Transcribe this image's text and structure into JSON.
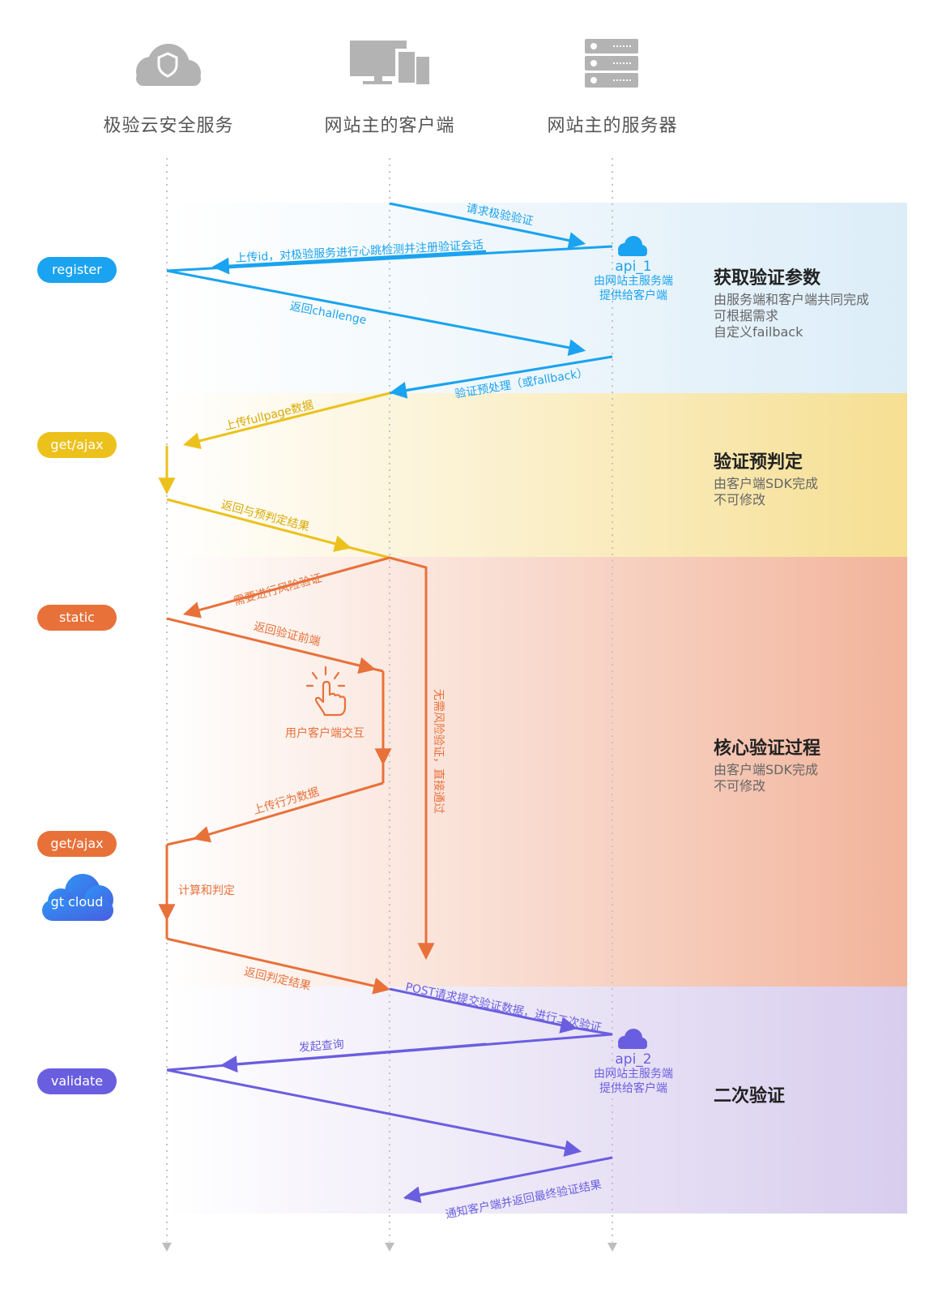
{
  "columns": [
    {
      "title": "极验云安全服务",
      "icon": "shield-cloud-icon"
    },
    {
      "title": "网站主的客户端",
      "icon": "devices-icon"
    },
    {
      "title": "网站主的服务器",
      "icon": "server-rack-icon"
    }
  ],
  "colors": {
    "blue": "#1aa3f0",
    "yellow": "#ecc11b",
    "orange": "#e8713a",
    "purple": "#6a5ee0",
    "gray_icon": "#b3b3b3"
  },
  "phases": [
    {
      "title": "获取验证参数",
      "desc": [
        "由服务端和客户端共同完成",
        "可根据需求",
        "自定义failback"
      ]
    },
    {
      "title": "验证预判定",
      "desc": [
        "由客户端SDK完成",
        "不可修改"
      ]
    },
    {
      "title": "核心验证过程",
      "desc": [
        "由客户端SDK完成",
        "不可修改"
      ]
    },
    {
      "title": "二次验证",
      "desc": []
    }
  ],
  "pills": {
    "register": "register",
    "get_ajax_1": "get/ajax",
    "static": "static",
    "get_ajax_2": "get/ajax",
    "gt_cloud": "gt cloud",
    "validate": "validate"
  },
  "apis": {
    "api_1": {
      "name": "api_1",
      "line1": "由网站主服务端",
      "line2": "提供给客户端"
    },
    "api_2": {
      "name": "api_2",
      "line1": "由网站主服务端",
      "line2": "提供给客户端"
    }
  },
  "messages": {
    "m1": "请求极验验证",
    "m2": "上传id，对极验服务进行心跳检测并注册验证会话",
    "m3": "返回challenge",
    "m4": "验证预处理（或fallback）",
    "m5": "上传fullpage数据",
    "m6": "返回与预判定结果",
    "m7": "需要进行风险验证",
    "m8": "返回验证前端",
    "m9": "用户客户端交互",
    "m10": "上传行为数据",
    "m11": "计算和判定",
    "m12": "返回判定结果",
    "m13": "无需风险验证，直接通过",
    "m14": "POST请求提交验证数据，进行二次验证",
    "m15": "发起查询",
    "m16": "通知客户端并返回最终验证结果"
  }
}
